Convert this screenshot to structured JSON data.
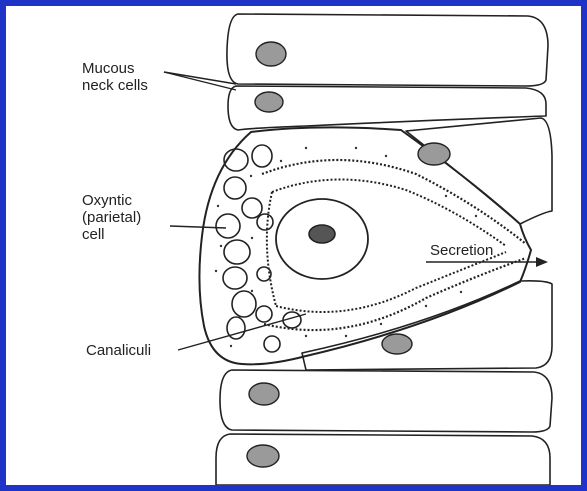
{
  "labels": {
    "mucous": [
      "Mucous",
      "neck cells"
    ],
    "oxyntic": [
      "Oxyntic",
      "(parietal)",
      "cell"
    ],
    "canaliculi": "Canaliculi",
    "secretion": "Secretion"
  },
  "colors": {
    "frame": "#1f33c9",
    "ink": "#222222",
    "background": "#ffffff"
  }
}
